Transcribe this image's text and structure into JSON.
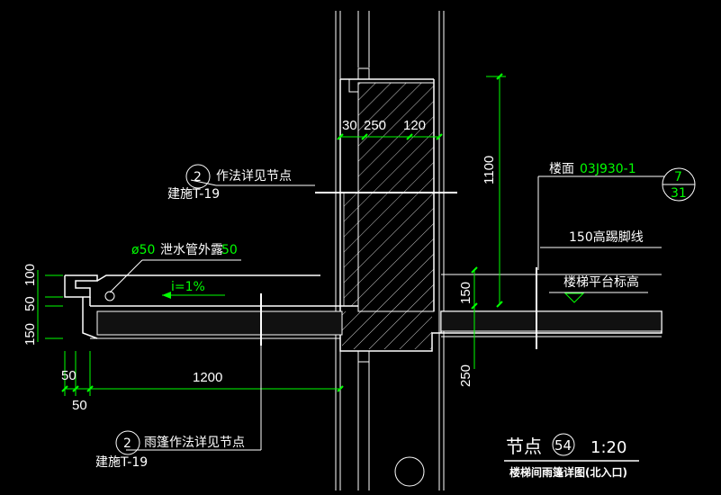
{
  "drawing": {
    "colors": {
      "background": "#000000",
      "line": "#ffffff",
      "dimension": "#00ff00",
      "text": "#ffffff",
      "green_text": "#00ff00"
    },
    "dimensions": {
      "wall_left": "30",
      "wall_mid": "250",
      "wall_right": "120",
      "height_1100": "1100",
      "slab_150": "150",
      "bottom_250": "250",
      "left_100": "100",
      "left_50": "50",
      "left_150": "150",
      "bottom_50a": "50",
      "bottom_50b": "50",
      "length_1200": "1200"
    },
    "labels": {
      "ref1_num": "2",
      "ref1_text": "作法详见节点",
      "ref1_sheet": "建施T-19",
      "drain_prefix": "ø50",
      "drain_text": "泄水管外露",
      "drain_value": "50",
      "slope": "i=1%",
      "floor_prefix": "楼面",
      "floor_code": "03J930-1",
      "floor_ref_top": "7",
      "floor_ref_bottom": "31",
      "skirting": "150高踢脚线",
      "stair_level": "楼梯平台标高",
      "ref2_num": "2",
      "ref2_text": "雨篷作法详见节点",
      "ref2_sheet": "建施T-19",
      "node_label": "节点",
      "node_number": "54",
      "scale": "1:20",
      "title": "楼梯间雨篷详图(北入口)"
    }
  }
}
